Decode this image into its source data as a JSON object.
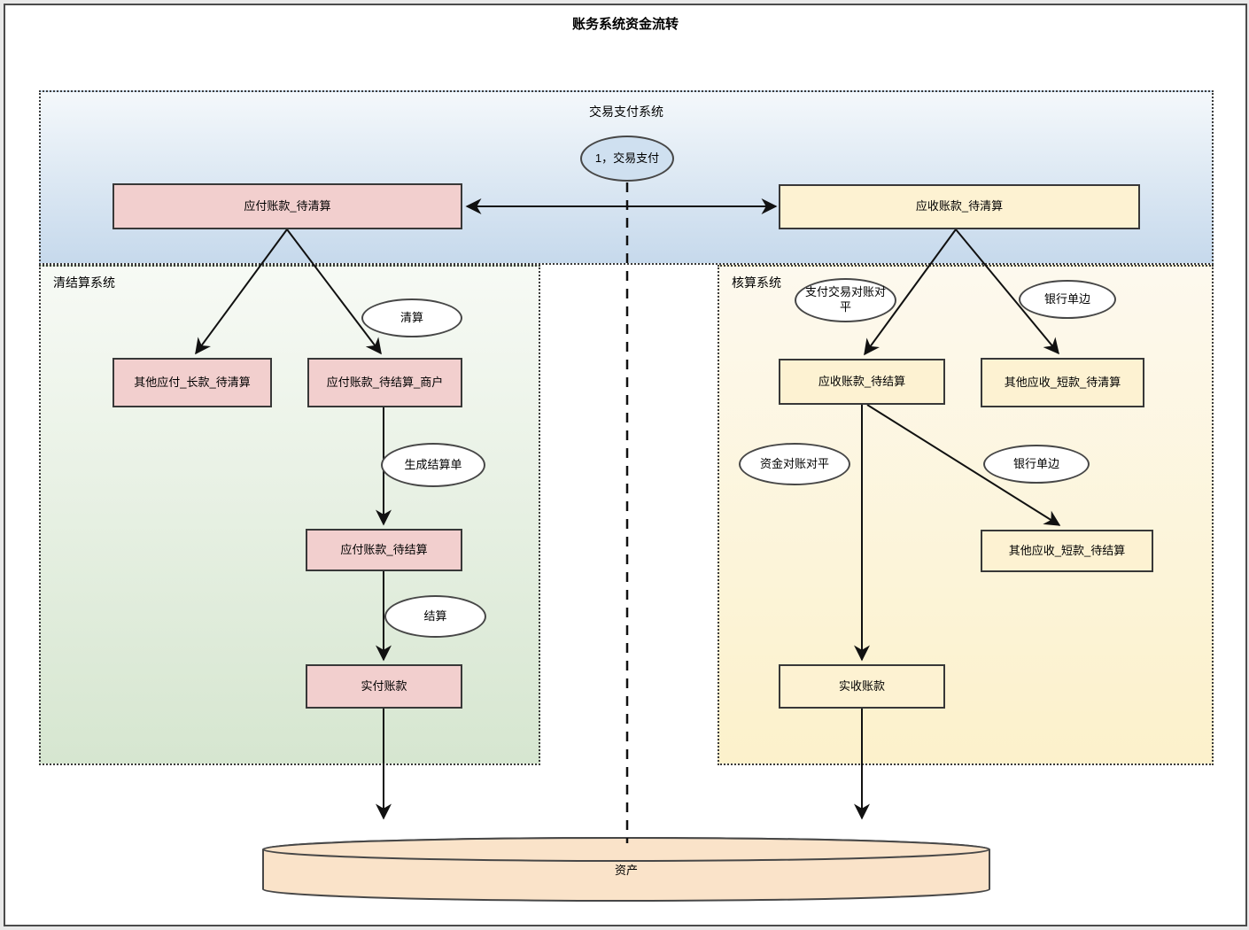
{
  "title": "账务系统资金流转",
  "regions": {
    "payment": {
      "label": "交易支付系统"
    },
    "clearing": {
      "label": "清结算系统"
    },
    "accounting": {
      "label": "核算系统"
    }
  },
  "nodes": {
    "trade_pay": "1，交易支付",
    "ap_pending_clear": "应付账款_待清算",
    "ar_pending_clear": "应收账款_待清算",
    "other_ap_long_clear": "其他应付_长款_待清算",
    "ap_pending_settle_merchant": "应付账款_待结算_商户",
    "clear_action": "清算",
    "gen_settle_bill": "生成结算单",
    "ap_pending_settle": "应付账款_待结算",
    "settle_action": "结算",
    "actual_paid": "实付账款",
    "pay_trade_recon": "支付交易对账对平",
    "bank_unilateral_top": "银行单边",
    "ar_pending_settle": "应收账款_待结算",
    "other_ar_short_clear": "其他应收_短款_待清算",
    "fund_recon": "资金对账对平",
    "bank_unilateral_mid": "银行单边",
    "other_ar_short_settle": "其他应收_短款_待结算",
    "actual_received": "实收账款",
    "assets_store": "资产"
  },
  "colors": {
    "pink_node": "#f2cfce",
    "cream_node": "#fdf2d2",
    "blue_ellipse": "#cfe0f0",
    "blue_region_bottom": "#c6d9ec",
    "green_region_bottom": "#d6e6d0",
    "cream_region_bottom": "#fcf1cb",
    "cylinder_fill": "#fae3c9",
    "line": "#111111",
    "border": "#383838"
  }
}
